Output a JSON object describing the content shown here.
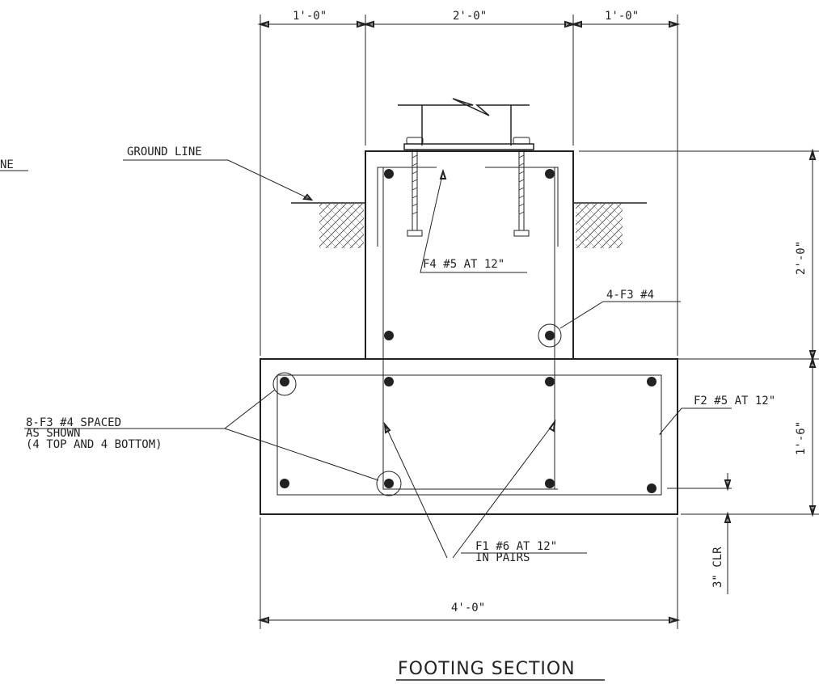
{
  "title": "FOOTING SECTION",
  "dimensions": {
    "top_left": "1'-0\"",
    "top_middle": "2'-0\"",
    "top_right": "1'-0\"",
    "bottom_width": "4'-0\"",
    "right_upper": "2'-0\"",
    "right_lower": "1'-6\"",
    "clear_cover": "3\" CLR"
  },
  "labels": {
    "ground_line": "GROUND LINE",
    "partial_left": "NE",
    "f4": "F4 #5 AT 12\"",
    "f3_column": "4-F3 #4",
    "f2": "F2 #5 AT 12\"",
    "f3_footing_line1": "8-F3 #4 SPACED",
    "f3_footing_line2": "AS SHOWN",
    "f3_footing_line3": "(4 TOP AND 4 BOTTOM)",
    "f1_line1": "F1 #6 AT 12\"",
    "f1_line2": "IN PAIRS"
  }
}
